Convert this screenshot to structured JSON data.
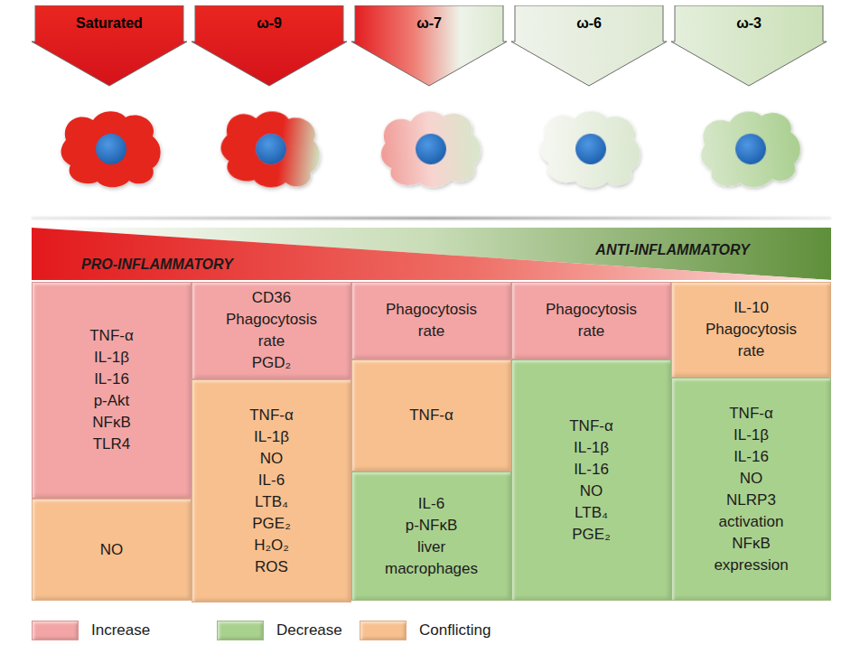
{
  "diagram": {
    "nodes": [
      {
        "text": [
          "Saturated"
        ]
      },
      {
        "text": [
          "ω-9"
        ]
      },
      {
        "text": [
          "ω-7"
        ]
      },
      {
        "text": [
          "ω-6"
        ]
      },
      {
        "text": [
          "ω-3"
        ]
      },
      {
        "text": [
          "PRO-INFLAMMATORY",
          "ANTI-INFLAMMATORY"
        ]
      },
      {
        "text": [
          "TNF-α",
          "IL-1β",
          "IL-16",
          "p-Akt",
          "NFκB",
          "TLR4"
        ]
      },
      {
        "text": [
          "NO"
        ]
      },
      {
        "text": [
          "CD36",
          "Phagocytosis rate",
          "PGD₂"
        ]
      },
      {
        "text": [
          "TNF-α",
          "IL-1β",
          "NO",
          "IL-6",
          "LTB₄",
          "PGE₂",
          "H₂O₂",
          "ROS"
        ]
      },
      {
        "text": [
          "Phagocytosis rate"
        ]
      },
      {
        "text": [
          "TNF-α"
        ]
      },
      {
        "text": [
          "IL-6",
          "p-NFκB",
          "liver macrophages"
        ]
      },
      {
        "text": [
          "Phagocytosis rate"
        ]
      },
      {
        "text": [
          "TNF-α",
          "IL-1β",
          "IL-16",
          "NO",
          "LTB₄",
          "PGE₂"
        ]
      },
      {
        "text": [
          "IL-10",
          "Phagocytosis rate"
        ]
      },
      {
        "text": [
          "TNF-α",
          "IL-1β",
          "IL-16",
          "NO",
          "NLRP3 activation",
          "NFκB expression"
        ]
      }
    ],
    "legend": [
      {
        "text": "Increase",
        "color": "#f3a5a5"
      },
      {
        "text": "Decrease",
        "color": "#a9d18e"
      },
      {
        "text": "Conflicting",
        "color": "#f8c08f"
      }
    ]
  }
}
